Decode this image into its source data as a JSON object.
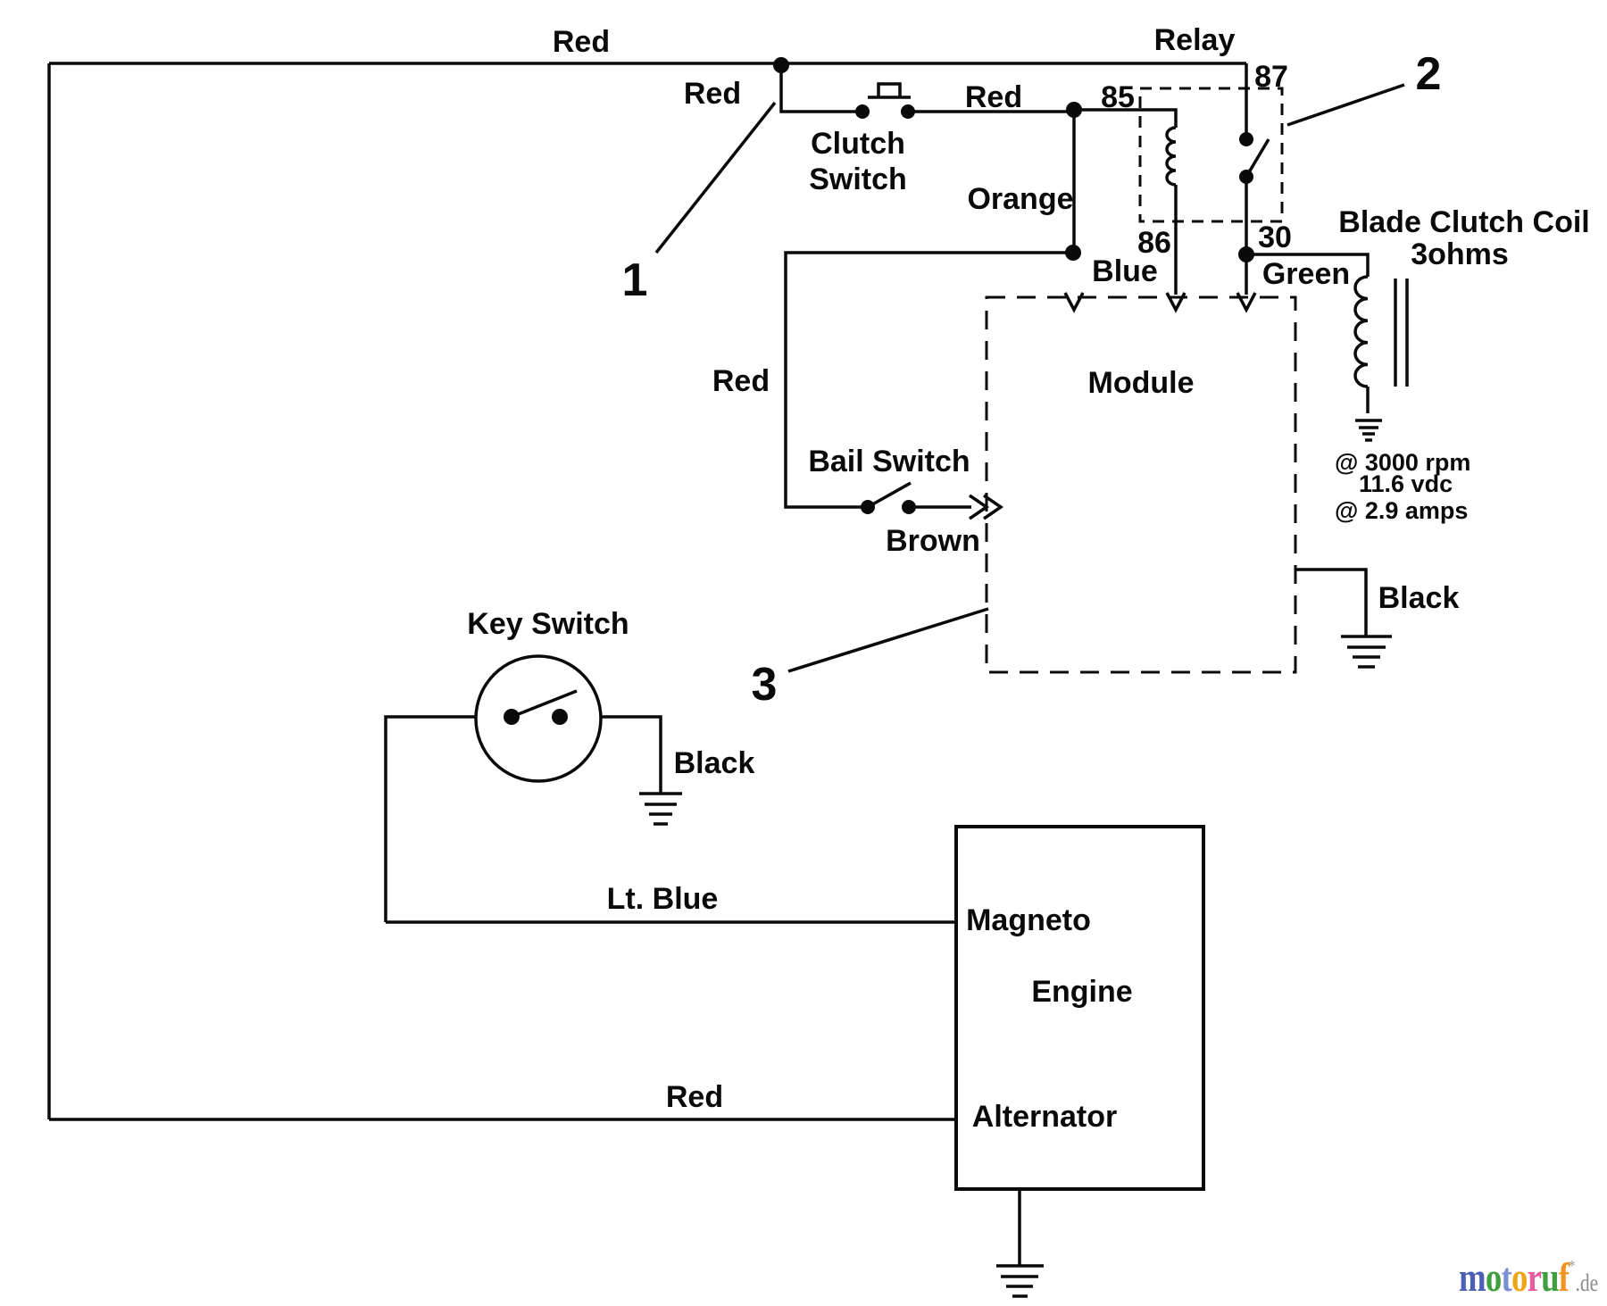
{
  "wire_labels": {
    "red_top": "Red",
    "red_upper": "Red",
    "red_mid": "Red",
    "red_vertical": "Red",
    "red_bottom": "Red",
    "orange": "Orange",
    "blue": "Blue",
    "green": "Green",
    "brown": "Brown",
    "lt_blue": "Lt. Blue",
    "black_module": "Black",
    "black_key": "Black"
  },
  "components": {
    "relay": "Relay",
    "clutch_switch_line1": "Clutch",
    "clutch_switch_line2": "Switch",
    "bail_switch": "Bail Switch",
    "key_switch": "Key Switch",
    "module": "Module",
    "engine": "Engine",
    "magneto": "Magneto",
    "alternator": "Alternator",
    "blade_coil_line1": "Blade Clutch Coil",
    "blade_coil_line2": "3ohms"
  },
  "terminals": {
    "t85": "85",
    "t86": "86",
    "t87": "87",
    "t30": "30"
  },
  "callouts": {
    "c1": "1",
    "c2": "2",
    "c3": "3"
  },
  "specs": {
    "rpm": "@ 3000 rpm",
    "vdc": "11.6 vdc",
    "amps": "@ 2.9 amps"
  },
  "line_color": "#0a0a0a",
  "logo": {
    "letters": [
      {
        "char": "m",
        "color": "#4a5fb5"
      },
      {
        "char": "o",
        "color": "#3f9e3f"
      },
      {
        "char": "t",
        "color": "#7b8fd4"
      },
      {
        "char": "o",
        "color": "#eea417"
      },
      {
        "char": "r",
        "color": "#ea5ca0"
      },
      {
        "char": "u",
        "color": "#3f9e3f"
      },
      {
        "char": "f",
        "color": "#f29422"
      }
    ],
    "mark": "*",
    "mark_color": "#9a9a9a",
    "suffix": ".de",
    "suffix_color": "#8d8d8d"
  }
}
